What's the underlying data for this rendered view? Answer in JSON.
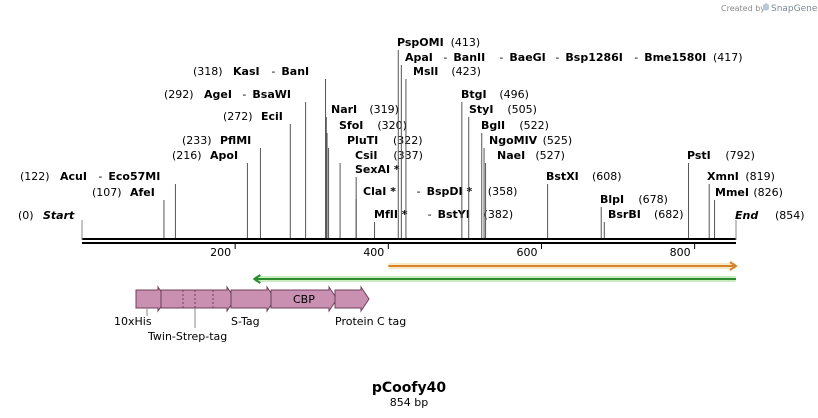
{
  "credit": {
    "text": "Created by",
    "brand": "SnapGene",
    "logo_icon": "snapgene-logo-icon"
  },
  "map": {
    "name": "pCoofy40",
    "length_label": "854 bp",
    "length": 854,
    "ticks": [
      200,
      400,
      600,
      800
    ],
    "start_label": "Start",
    "start_pos": "(0)",
    "end_label": "End",
    "end_pos": "(854)"
  },
  "sites": [
    {
      "names": [
        "AcuI",
        "Eco57MI"
      ],
      "pos": 122,
      "pos_label": "(122)",
      "label_side": "left"
    },
    {
      "names": [
        "AfeI"
      ],
      "pos": 107,
      "pos_label": "(107)",
      "label_side": "left"
    },
    {
      "names": [
        "ApoI"
      ],
      "pos": 216,
      "pos_label": "(216)",
      "label_side": "left"
    },
    {
      "names": [
        "PflMI"
      ],
      "pos": 233,
      "pos_label": "(233)",
      "label_side": "left"
    },
    {
      "names": [
        "EciI"
      ],
      "pos": 272,
      "pos_label": "(272)",
      "label_side": "left"
    },
    {
      "names": [
        "AgeI",
        "BsaWI"
      ],
      "pos": 292,
      "pos_label": "(292)",
      "label_side": "left"
    },
    {
      "names": [
        "KasI",
        "BanI"
      ],
      "pos": 318,
      "pos_label": "(318)",
      "label_side": "left"
    },
    {
      "names": [
        "NarI"
      ],
      "pos": 319,
      "pos_label": "(319)",
      "label_side": "right"
    },
    {
      "names": [
        "SfoI"
      ],
      "pos": 320,
      "pos_label": "(320)",
      "label_side": "right"
    },
    {
      "names": [
        "PluTI"
      ],
      "pos": 322,
      "pos_label": "(322)",
      "label_side": "right"
    },
    {
      "names": [
        "CsiI"
      ],
      "pos": 337,
      "pos_label": "(337)",
      "label_side": "right"
    },
    {
      "names": [
        "SexAI *"
      ],
      "pos": 358,
      "pos_label": "",
      "label_side": "right"
    },
    {
      "names": [
        "ClaI *",
        "BspDI *"
      ],
      "pos": 358,
      "pos_label": "(358)",
      "label_side": "right"
    },
    {
      "names": [
        "MfII *",
        "BstYI"
      ],
      "pos": 382,
      "pos_label": "(382)",
      "label_side": "right"
    },
    {
      "names": [
        "PspOMI"
      ],
      "pos": 413,
      "pos_label": "(413)",
      "label_side": "right"
    },
    {
      "names": [
        "ApaI",
        "BanII",
        "BaeGI",
        "Bsp1286I",
        "Bme1580I"
      ],
      "pos": 417,
      "pos_label": "(417)",
      "label_side": "right"
    },
    {
      "names": [
        "MslI"
      ],
      "pos": 423,
      "pos_label": "(423)",
      "label_side": "right"
    },
    {
      "names": [
        "BtgI"
      ],
      "pos": 496,
      "pos_label": "(496)",
      "label_side": "right"
    },
    {
      "names": [
        "StyI"
      ],
      "pos": 505,
      "pos_label": "(505)",
      "label_side": "right"
    },
    {
      "names": [
        "BglI"
      ],
      "pos": 522,
      "pos_label": "(522)",
      "label_side": "right"
    },
    {
      "names": [
        "NgoMIV"
      ],
      "pos": 525,
      "pos_label": "(525)",
      "label_side": "right"
    },
    {
      "names": [
        "NaeI"
      ],
      "pos": 527,
      "pos_label": "(527)",
      "label_side": "right"
    },
    {
      "names": [
        "BstXI"
      ],
      "pos": 608,
      "pos_label": "(608)",
      "label_side": "right"
    },
    {
      "names": [
        "BlpI"
      ],
      "pos": 678,
      "pos_label": "(678)",
      "label_side": "right"
    },
    {
      "names": [
        "BsrBI"
      ],
      "pos": 682,
      "pos_label": "(682)",
      "label_side": "right"
    },
    {
      "names": [
        "PstI"
      ],
      "pos": 792,
      "pos_label": "(792)",
      "label_side": "right"
    },
    {
      "names": [
        "XmnI"
      ],
      "pos": 819,
      "pos_label": "(819)",
      "label_side": "right"
    },
    {
      "names": [
        "MmeI"
      ],
      "pos": 826,
      "pos_label": "(826)",
      "label_side": "right"
    }
  ],
  "arcs": [
    {
      "name": "orange-arc",
      "start": 400,
      "end": 854,
      "color": "#d9822b",
      "fill": "#f4e9c4"
    },
    {
      "name": "green-arc",
      "start": 225,
      "end": 854,
      "color": "#2e8b2e",
      "fill": "#c9ecc0"
    }
  ],
  "features": [
    {
      "label": "10xHis",
      "start": 72,
      "end": 102,
      "inner": ""
    },
    {
      "label": "Twin-Strep-tag",
      "start": 102,
      "end": 171,
      "inner": ""
    },
    {
      "label": "S-Tag",
      "start": 171,
      "end": 218,
      "inner": ""
    },
    {
      "label": "CBP",
      "start": 228,
      "end": 306,
      "inner": "CBP"
    },
    {
      "label": "Protein C tag",
      "start": 313,
      "end": 349,
      "inner": ""
    }
  ],
  "colors": {
    "feature": "#c990b2",
    "feature_stroke": "#6f3f5c",
    "backbone": "#000000"
  }
}
